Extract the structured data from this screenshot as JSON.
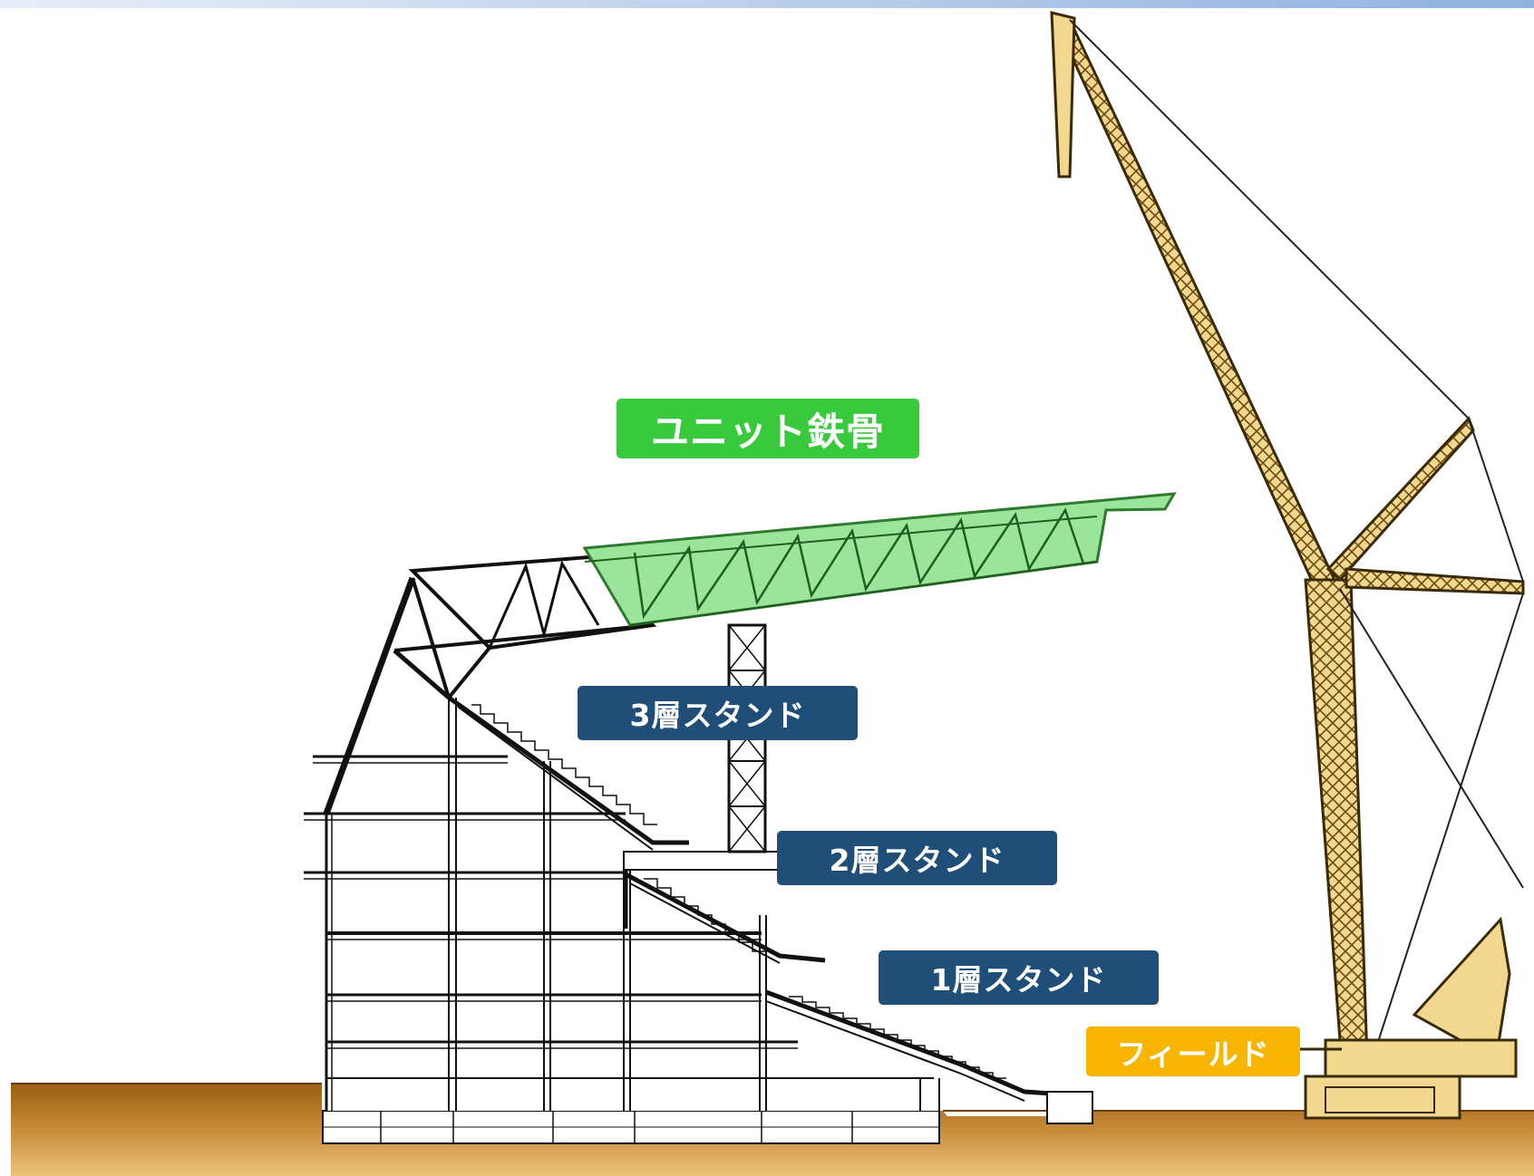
{
  "labels": {
    "unit_steel": "ユニット鉄骨",
    "stand_3f": "3層スタンド",
    "stand_2f": "2層スタンド",
    "stand_1f": "1層スタンド",
    "field": "フィールド"
  },
  "colors": {
    "unit_steel": "#39c93c",
    "unit_steel_fill": "#9be59b",
    "stand_labels": "#1f4e79",
    "field": "#f7b500",
    "crane": "#f2d88e",
    "ground_top": "#a86d1f",
    "ground_bottom": "#e8bd6a",
    "header_band": "#8fb1df"
  }
}
